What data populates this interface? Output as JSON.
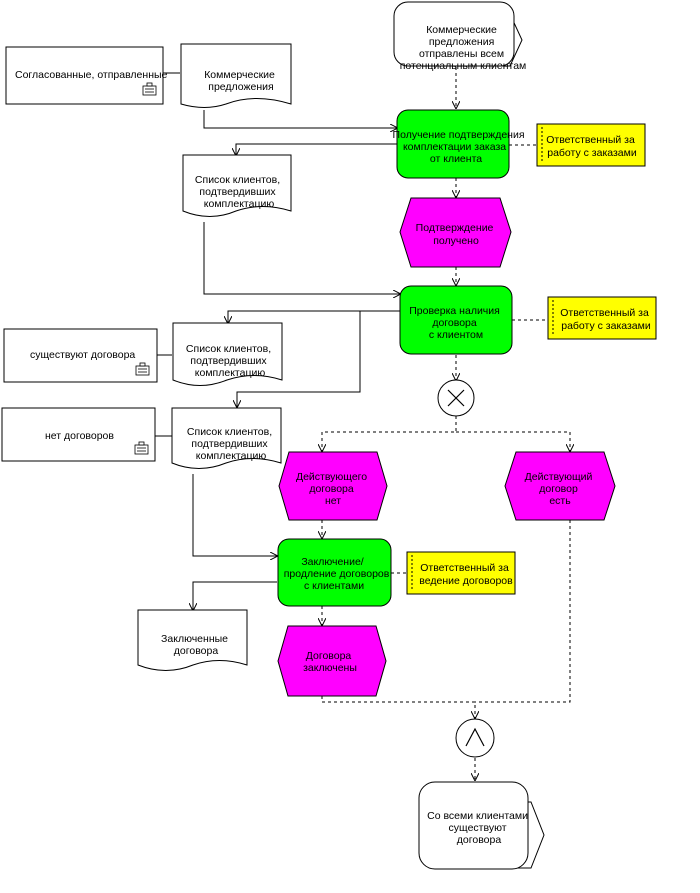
{
  "diagram": {
    "start_event": [
      "Коммерческие",
      "предложения",
      "отправлены всем",
      "потенциальным клиентам"
    ],
    "docs": {
      "info_agreed": "Согласованные, отправленные",
      "commercial_offers": [
        "Коммерческие",
        "предложения"
      ],
      "client_list_1": [
        "Список клиентов,",
        "подтвердивших",
        "комплектацию"
      ],
      "info_contracts_exist": "существуют договора",
      "client_list_2": [
        "Список клиентов,",
        "подтвердивших",
        "комплектацию"
      ],
      "info_no_contracts": "нет договоров",
      "client_list_3": [
        "Список клиентов,",
        "подтвердивших",
        "комплектацию"
      ],
      "contracts_concluded": [
        "Заключенные",
        "договора"
      ]
    },
    "functions": {
      "f1": [
        "Получение подтверждения",
        "комплектации заказа",
        "от клиента"
      ],
      "f2": [
        "Проверка наличия",
        "договора",
        "с клиентом"
      ],
      "f3": [
        "Заключение/",
        "продление договоров",
        "с клиентами"
      ]
    },
    "roles": {
      "r1": [
        "Ответственный за",
        "работу с заказами"
      ],
      "r2": [
        "Ответственный за",
        "работу с заказами"
      ],
      "r3": [
        "Ответственный за",
        "ведение договоров"
      ]
    },
    "events": {
      "e1": [
        "Подтверждение",
        "получено"
      ],
      "e2": [
        "Действующего",
        "договора",
        "нет"
      ],
      "e3": [
        "Действующий",
        "договор",
        "есть"
      ],
      "e4": [
        "Договора",
        "заключены"
      ]
    },
    "connectors": {
      "xor": "✕",
      "and": "∧"
    },
    "end_event": [
      "Со всеми клиентами",
      "существуют",
      "договора"
    ],
    "colors": {
      "function": "#00ff00",
      "event": "#ff00ff",
      "role": "#ffff00",
      "document": "#ffffff",
      "line": "#000000"
    }
  }
}
